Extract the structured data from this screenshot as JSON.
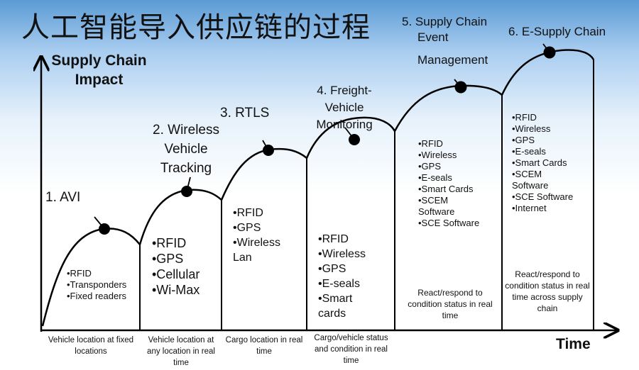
{
  "title": "人工智能导入供应链的过程",
  "y_axis_label": "Supply Chain Impact",
  "x_axis_label": "Time",
  "stages": [
    {
      "label": "1. AVI",
      "technologies": [
        "•RFID",
        "•Transponders",
        "•Fixed readers"
      ],
      "description": "Vehicle location at fixed locations"
    },
    {
      "label_lines": [
        "2. Wireless",
        "Vehicle",
        "Tracking"
      ],
      "technologies": [
        "•RFID",
        "•GPS",
        "•Cellular",
        "•Wi-Max"
      ],
      "description": "Vehicle location at any location in real time"
    },
    {
      "label": "3.  RTLS",
      "technologies": [
        "•RFID",
        "•GPS",
        "•Wireless",
        "Lan"
      ],
      "description": "Cargo location in real time"
    },
    {
      "label_lines": [
        "4. Freight-",
        "Vehicle",
        "Monitoring"
      ],
      "technologies": [
        "•RFID",
        "•Wireless",
        "•GPS",
        "•E-seals",
        "•Smart",
        "cards"
      ],
      "description": "Cargo/vehicle status and condition in real time"
    },
    {
      "label_lines": [
        "5. Supply Chain",
        "Event",
        "Management"
      ],
      "technologies": [
        "•RFID",
        "•Wireless",
        "•GPS",
        "•E-seals",
        "•Smart Cards",
        "•SCEM",
        "Software",
        "•SCE Software"
      ],
      "description": "React/respond to condition status in real time"
    },
    {
      "label": "6. E-Supply Chain",
      "technologies": [
        "•RFID",
        "•Wireless",
        "•GPS",
        "•E-seals",
        "•Smart Cards",
        "•SCEM",
        "Software",
        "•SCE Software",
        "•Internet"
      ],
      "description": "React/respond to condition status in real time across supply chain"
    }
  ]
}
